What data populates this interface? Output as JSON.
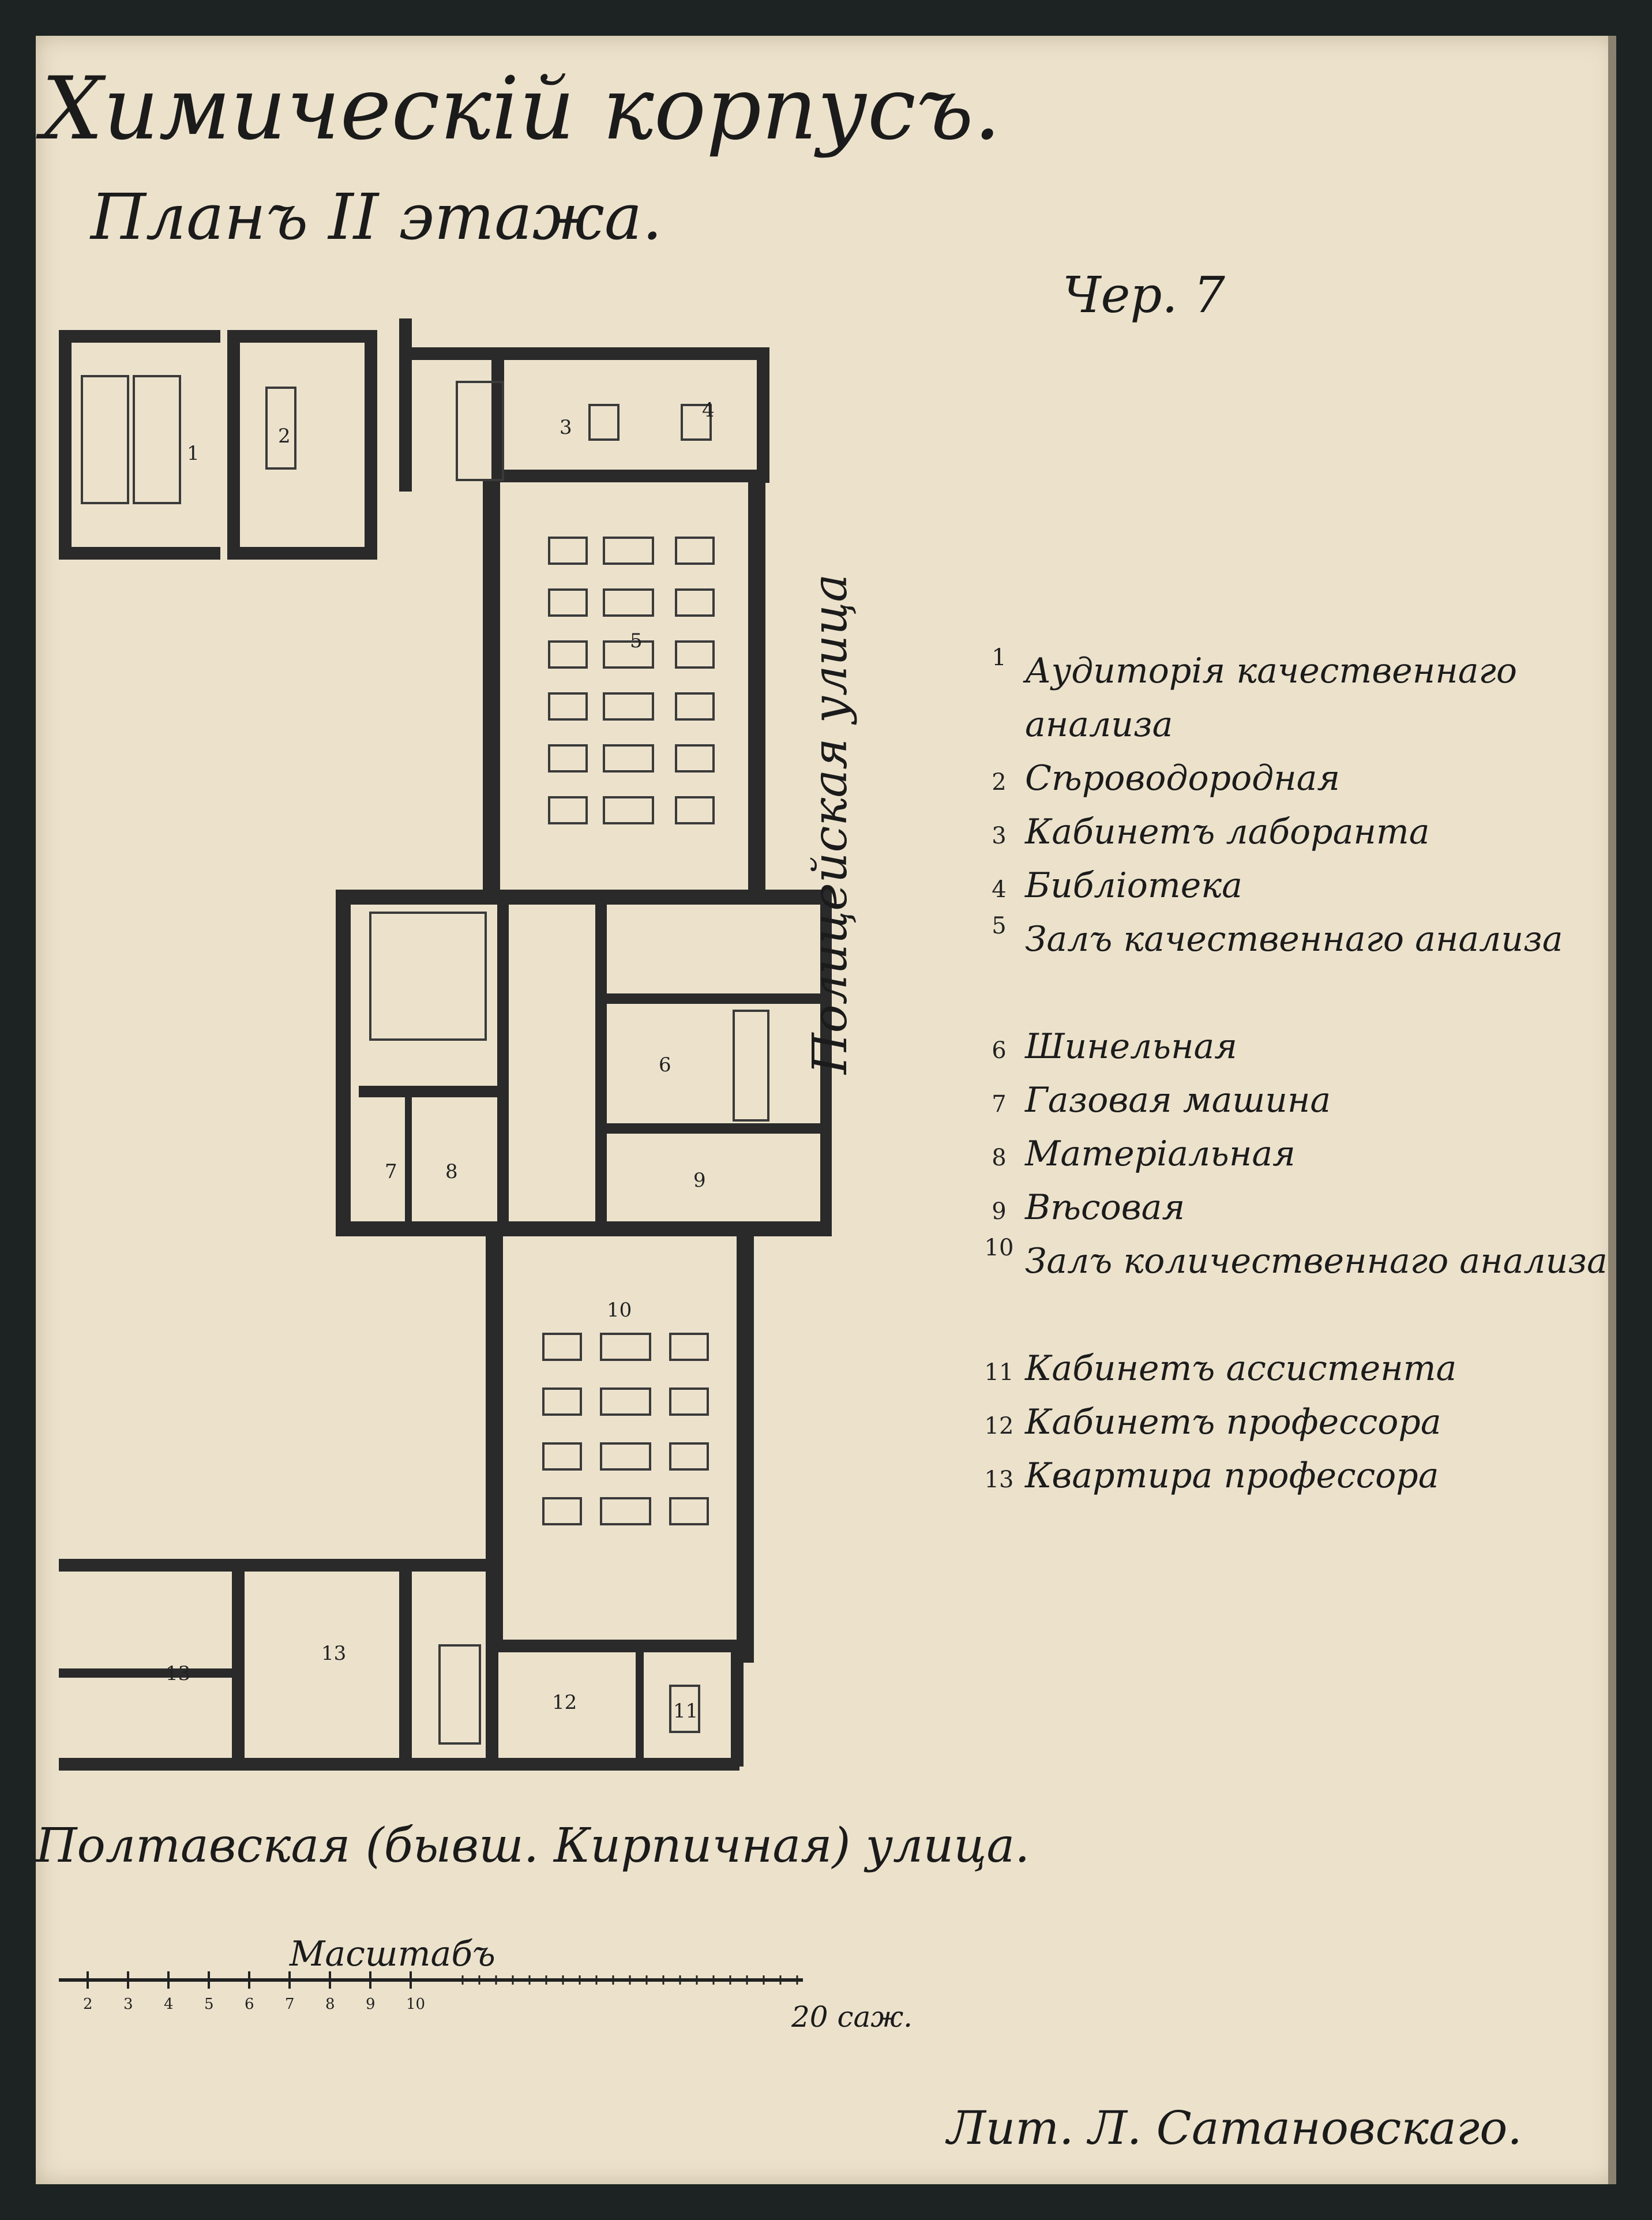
{
  "title": "Химическій корпусъ.",
  "subtitle": "Планъ II этажа.",
  "sheet_number": "Чер. 7",
  "street_right": "Полицейская улица",
  "street_bottom": "Полтавская (бывш. Кирпичная) улица.",
  "scale": {
    "label": "Масштабъ",
    "ticks": [
      "2",
      "3",
      "4",
      "5",
      "6",
      "7",
      "8",
      "9",
      "10"
    ],
    "unit": "20 саж."
  },
  "credit": "Лит. Л. Сатановскаго.",
  "legend": [
    {
      "number": "1",
      "name": "Аудиторія качественнаго анализа"
    },
    {
      "number": "2",
      "name": "Сѣроводородная"
    },
    {
      "number": "3",
      "name": "Кабинетъ лаборанта"
    },
    {
      "number": "4",
      "name": "Библіотека"
    },
    {
      "number": "5",
      "name": "Залъ качественнаго анализа"
    },
    {
      "number": "6",
      "name": "Шинельная"
    },
    {
      "number": "7",
      "name": "Газовая машина"
    },
    {
      "number": "8",
      "name": "Матеріальная"
    },
    {
      "number": "9",
      "name": "Вѣсовая"
    },
    {
      "number": "10",
      "name": "Залъ количественнаго анализа"
    },
    {
      "number": "11",
      "name": "Кабинетъ ассистента"
    },
    {
      "number": "12",
      "name": "Кабинетъ профессора"
    },
    {
      "number": "13",
      "name": "Квартира профессора"
    }
  ],
  "plan_labels": {
    "r1": "1",
    "r2": "2",
    "r3": "3",
    "r4": "4",
    "r5": "5",
    "r6": "6",
    "r7": "7",
    "r8": "8",
    "r9": "9",
    "r10": "10",
    "r11": "11",
    "r12": "12",
    "r13a": "13",
    "r13b": "13"
  }
}
